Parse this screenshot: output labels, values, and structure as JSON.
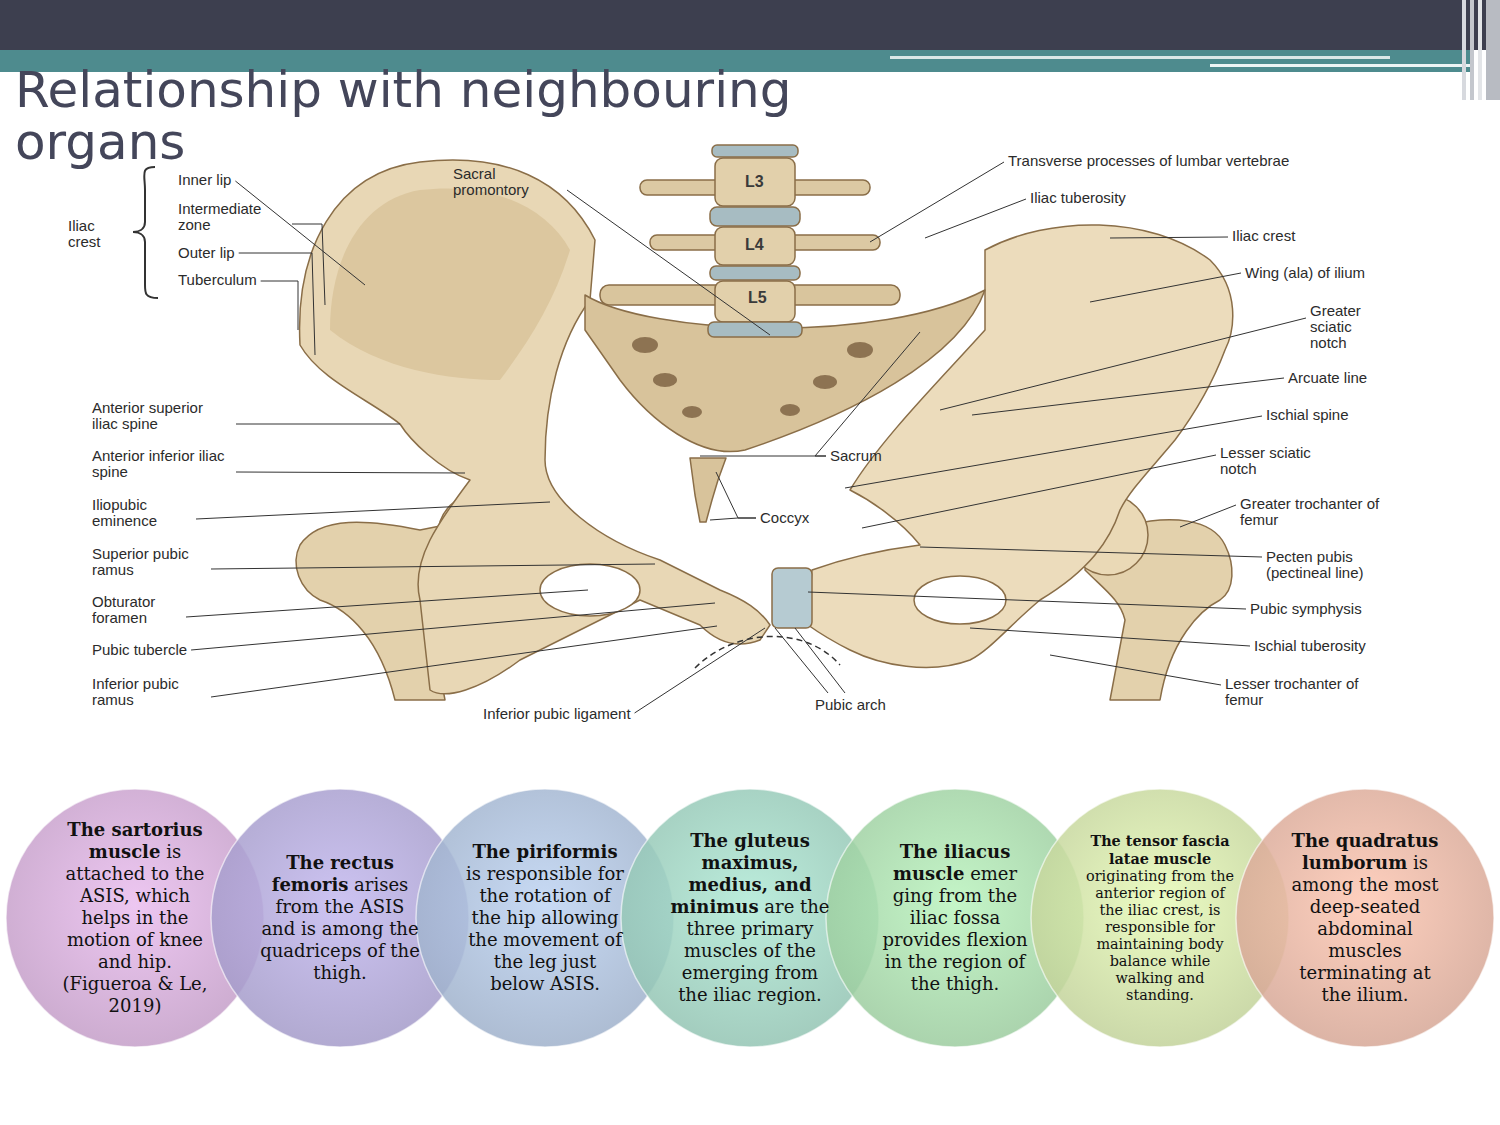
{
  "diagram": {
    "title": "Relationship with neighbouring organs",
    "nodes": [
      {
        "text": [
          "The sartorius muscle",
          "is attached to the ASIS, which helps in the motion of knee and hip. (Figueroa & Le, 2019)"
        ]
      },
      {
        "text": [
          "The rectus femoris",
          "arises from the ASIS and is among the quadriceps of the thigh."
        ]
      },
      {
        "text": [
          "The piriformis",
          "is responsible for the rotation of the hip allowing the movement of the leg just below ASIS."
        ]
      },
      {
        "text": [
          "The gluteus maximus, medius, and minimus",
          "are the three primary muscles of the emerging from the iliac region."
        ]
      },
      {
        "text": [
          "The iliacus muscle",
          "emer ging from the iliac fossa provides flexion in the region of the thigh."
        ]
      },
      {
        "text": [
          "The tensor fascia latae muscle",
          "originating from the anterior region of the iliac crest, is responsible for maintaining body balance while walking and standing."
        ]
      },
      {
        "text": [
          "The quadratus lumborum",
          "is among the most deep-seated abdominal muscles terminating at the ilium."
        ]
      }
    ],
    "labels": [
      "Iliac crest",
      "Inner lip",
      "Intermediate zone",
      "Outer lip",
      "Tuberculum",
      "Sacral promontory",
      "L3",
      "L4",
      "L5",
      "Transverse processes of lumbar vertebrae",
      "Iliac tuberosity",
      "Iliac crest",
      "Wing (ala) of ilium",
      "Greater sciatic notch",
      "Arcuate line",
      "Ischial spine",
      "Lesser sciatic notch",
      "Greater trochanter of femur",
      "Pecten pubis (pectineal line)",
      "Pubic symphysis",
      "Ischial tuberosity",
      "Lesser trochanter of femur",
      "Pubic arch",
      "Inferior pubic ligament",
      "Coccyx",
      "Sacrum",
      "Anterior superior iliac spine",
      "Anterior inferior iliac spine",
      "Iliopubic eminence",
      "Superior pubic ramus",
      "Obturator foramen",
      "Pubic tubercle",
      "Inferior pubic ramus"
    ]
  }
}
